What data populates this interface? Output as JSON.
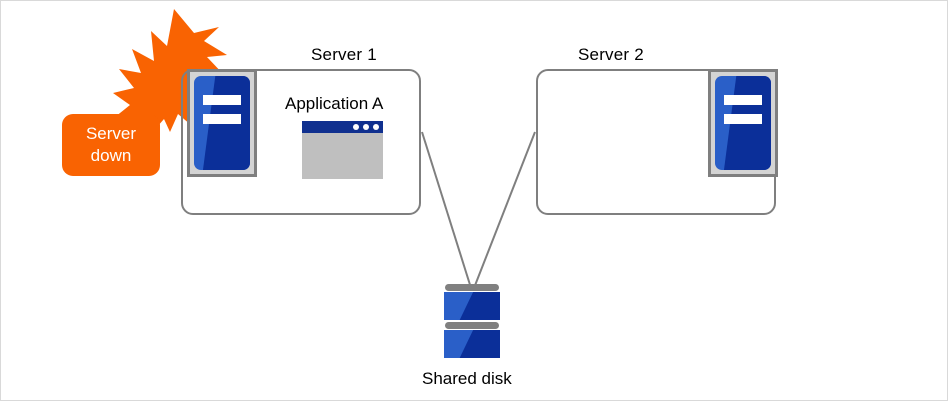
{
  "diagram": {
    "type": "ha-cluster-failover",
    "background_color": "#ffffff",
    "border_color": "#d9d9d9",
    "nodes": {
      "server1": {
        "title": "Server 1",
        "panel_border_color": "#7f7f7f",
        "icon_name": "server-machine-icon",
        "app": {
          "label": "Application  A",
          "window_icon_name": "application-window-icon",
          "titlebar_color": "#10308f",
          "body_color": "#bfbfbf",
          "dot_count": 3
        }
      },
      "server2": {
        "title": "Server 2",
        "panel_border_color": "#7f7f7f",
        "icon_name": "server-machine-icon"
      },
      "shared_disk": {
        "label": "Shared disk",
        "icon_name": "shared-disk-icon",
        "platter_count": 2,
        "platter_light_color": "#2a5fc8",
        "platter_dark_color": "#0b2f99",
        "cap_color": "#808080"
      }
    },
    "alert": {
      "label_line1": "Server",
      "label_line2": "down",
      "badge_color": "#f96302",
      "text_color": "#ffffff",
      "burst_icon_name": "explosion-burst-icon",
      "burst_color": "#f96302",
      "target": "server1"
    },
    "connectors": [
      {
        "from": "server1",
        "to": "shared_disk",
        "color": "#7f7f7f",
        "style": "solid"
      },
      {
        "from": "server2",
        "to": "shared_disk",
        "color": "#7f7f7f",
        "style": "solid"
      }
    ],
    "colors": {
      "accent_orange": "#f96302",
      "server_blue_light": "#2a5fc8",
      "server_blue_dark": "#0b2f99",
      "line_gray": "#7f7f7f",
      "panel_gray": "#d4d4d4"
    }
  }
}
